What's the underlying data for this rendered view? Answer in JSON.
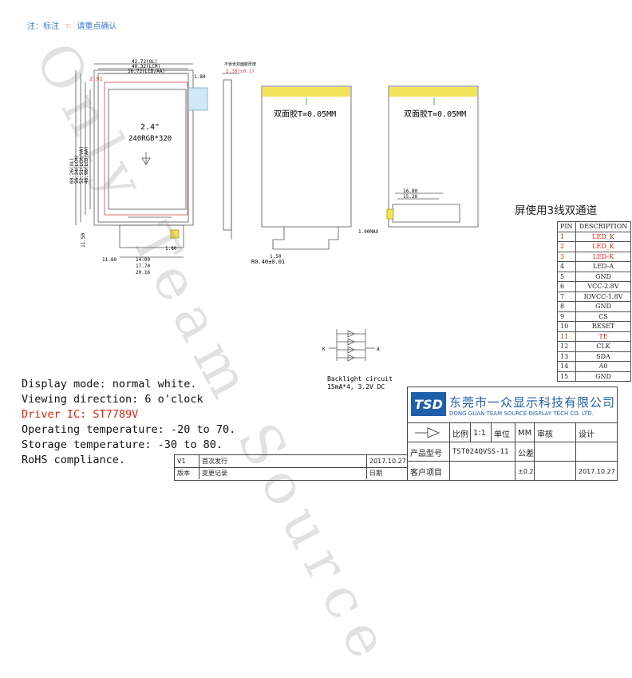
{
  "note": {
    "prefix": "注：标注",
    "suffix": "请重点确认"
  },
  "main_drawing": {
    "width_dims": [
      "42.72(OL)",
      "40.32(LCM)",
      "36.72(LCD/AA)"
    ],
    "height_dims": [
      "60.26(OL)",
      "56.24(LCM)",
      "52.51(LCM/VA)",
      "48.96(LCD/AA)"
    ],
    "offset_red": "2.91",
    "right_dim": "1.80",
    "lcd_size": "2.4\"",
    "resolution": "240RGB*320",
    "fpc_dims": [
      "14.00",
      "17.70",
      "20.16"
    ],
    "fpc_left": "11.80",
    "fpc_height": "11.50",
    "fpc_right": "1.80"
  },
  "side_drawing": {
    "note": "不含含双面胶厚度",
    "thickness": "2.30(±0.1)",
    "radius": "R0.40±0.01"
  },
  "front_view": {
    "tape_label": "双面胶T=0.05MM",
    "tail": "1.50"
  },
  "back_view": {
    "tape_label": "双面胶T=0.05MM",
    "dims": [
      "16.80",
      "15.20"
    ],
    "left": "1.00MAX"
  },
  "backlight": {
    "title": "Backlight circuit",
    "spec": "15mA*4, 3.2V DC",
    "k_label": "K",
    "a_label": "A"
  },
  "interface_heading": "屏使用3线双通道",
  "pin_table": {
    "header": [
      "PIN",
      "DESCRIPTION"
    ],
    "rows": [
      {
        "pin": "1",
        "desc": "LED_K",
        "red": true
      },
      {
        "pin": "2",
        "desc": "LED_K",
        "red": true
      },
      {
        "pin": "3",
        "desc": "LED-K",
        "red": true
      },
      {
        "pin": "4",
        "desc": "LED-A",
        "red": false
      },
      {
        "pin": "5",
        "desc": "GND",
        "red": false
      },
      {
        "pin": "6",
        "desc": "VCC-2.8V",
        "red": false
      },
      {
        "pin": "7",
        "desc": "IOVCC-1.8V",
        "red": false
      },
      {
        "pin": "8",
        "desc": "GND",
        "red": false
      },
      {
        "pin": "9",
        "desc": "CS",
        "red": false
      },
      {
        "pin": "10",
        "desc": "RESET",
        "red": false
      },
      {
        "pin": "11",
        "desc": "TE",
        "red": true
      },
      {
        "pin": "12",
        "desc": "CLK",
        "red": false
      },
      {
        "pin": "13",
        "desc": "SDA",
        "red": false
      },
      {
        "pin": "14",
        "desc": "A0",
        "red": false
      },
      {
        "pin": "15",
        "desc": "GND",
        "red": false
      }
    ]
  },
  "specs": [
    {
      "text": "Display mode: normal white.",
      "red": false
    },
    {
      "text": "Viewing direction: 6 o'clock",
      "red": false
    },
    {
      "text": "Driver IC: ST7789V",
      "red": true
    },
    {
      "text": "Operating temperature: -20 to 70.",
      "red": false
    },
    {
      "text": "Storage temperature: -30 to 80.",
      "red": false
    },
    {
      "text": "RoHS compliance.",
      "red": false
    }
  ],
  "title_block": {
    "logo": "TSD",
    "company_cn": "东莞市一众显示科技有限公司",
    "company_en": "DONG GUAN TEAM SOURCE DISPLAY TECH CO. LTD.",
    "scale_label": "比例",
    "scale_value": "1:1",
    "unit_label": "单位",
    "unit_value": "MM",
    "review_label": "审核",
    "design_label": "设计",
    "model_label": "产品型号",
    "model_value": "TST024QVSS-11",
    "tolerance_label": "公差",
    "tolerance_value": "±0.2",
    "customer_label": "客户项目",
    "date": "2017.10.27"
  },
  "revision": {
    "rows": [
      {
        "ver": "V1",
        "desc": "首次发行",
        "date": "2017.10.27"
      },
      {
        "ver": "版本",
        "desc": "变更记录",
        "date": "日期"
      }
    ]
  },
  "watermark": "Only Team Source"
}
